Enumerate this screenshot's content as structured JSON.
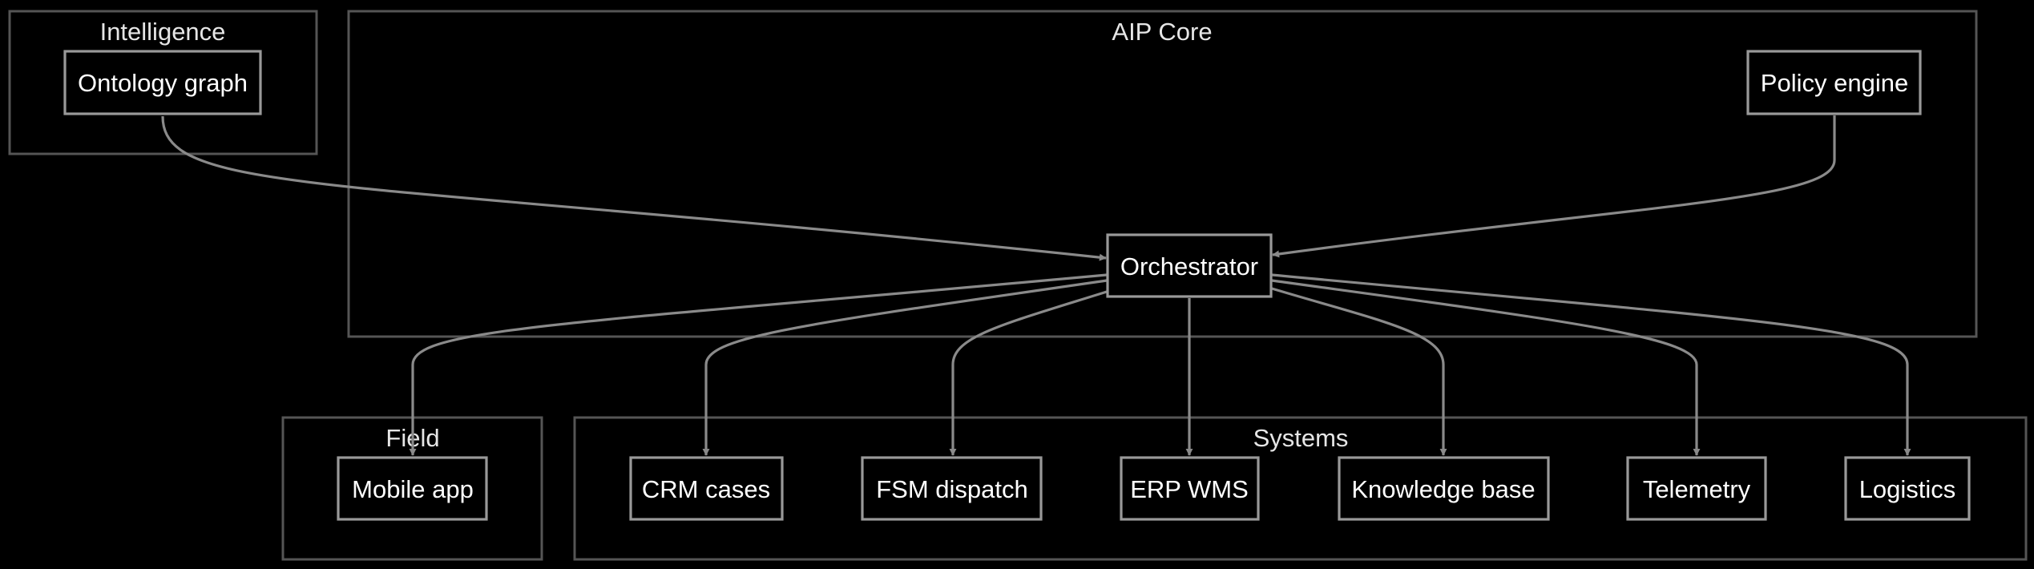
{
  "clusters": {
    "intelligence": "Intelligence",
    "aip_core": "AIP Core",
    "field": "Field",
    "systems": "Systems"
  },
  "nodes": {
    "ontology_graph": "Ontology graph",
    "policy_engine": "Policy engine",
    "orchestrator": "Orchestrator",
    "mobile_app": "Mobile app",
    "crm_cases": "CRM cases",
    "fsm_dispatch": "FSM dispatch",
    "erp_wms": "ERP WMS",
    "knowledge_base": "Knowledge base",
    "telemetry": "Telemetry",
    "logistics": "Logistics"
  },
  "edges": [
    {
      "from": "ontology_graph",
      "to": "orchestrator"
    },
    {
      "from": "policy_engine",
      "to": "orchestrator"
    },
    {
      "from": "orchestrator",
      "to": "mobile_app"
    },
    {
      "from": "orchestrator",
      "to": "crm_cases"
    },
    {
      "from": "orchestrator",
      "to": "fsm_dispatch"
    },
    {
      "from": "orchestrator",
      "to": "erp_wms"
    },
    {
      "from": "orchestrator",
      "to": "knowledge_base"
    },
    {
      "from": "orchestrator",
      "to": "telemetry"
    },
    {
      "from": "orchestrator",
      "to": "logistics"
    }
  ],
  "colors": {
    "background": "#000000",
    "cluster_border": "#555555",
    "node_border": "#999999",
    "edge": "#8a8a8a",
    "text": "#ffffff"
  }
}
